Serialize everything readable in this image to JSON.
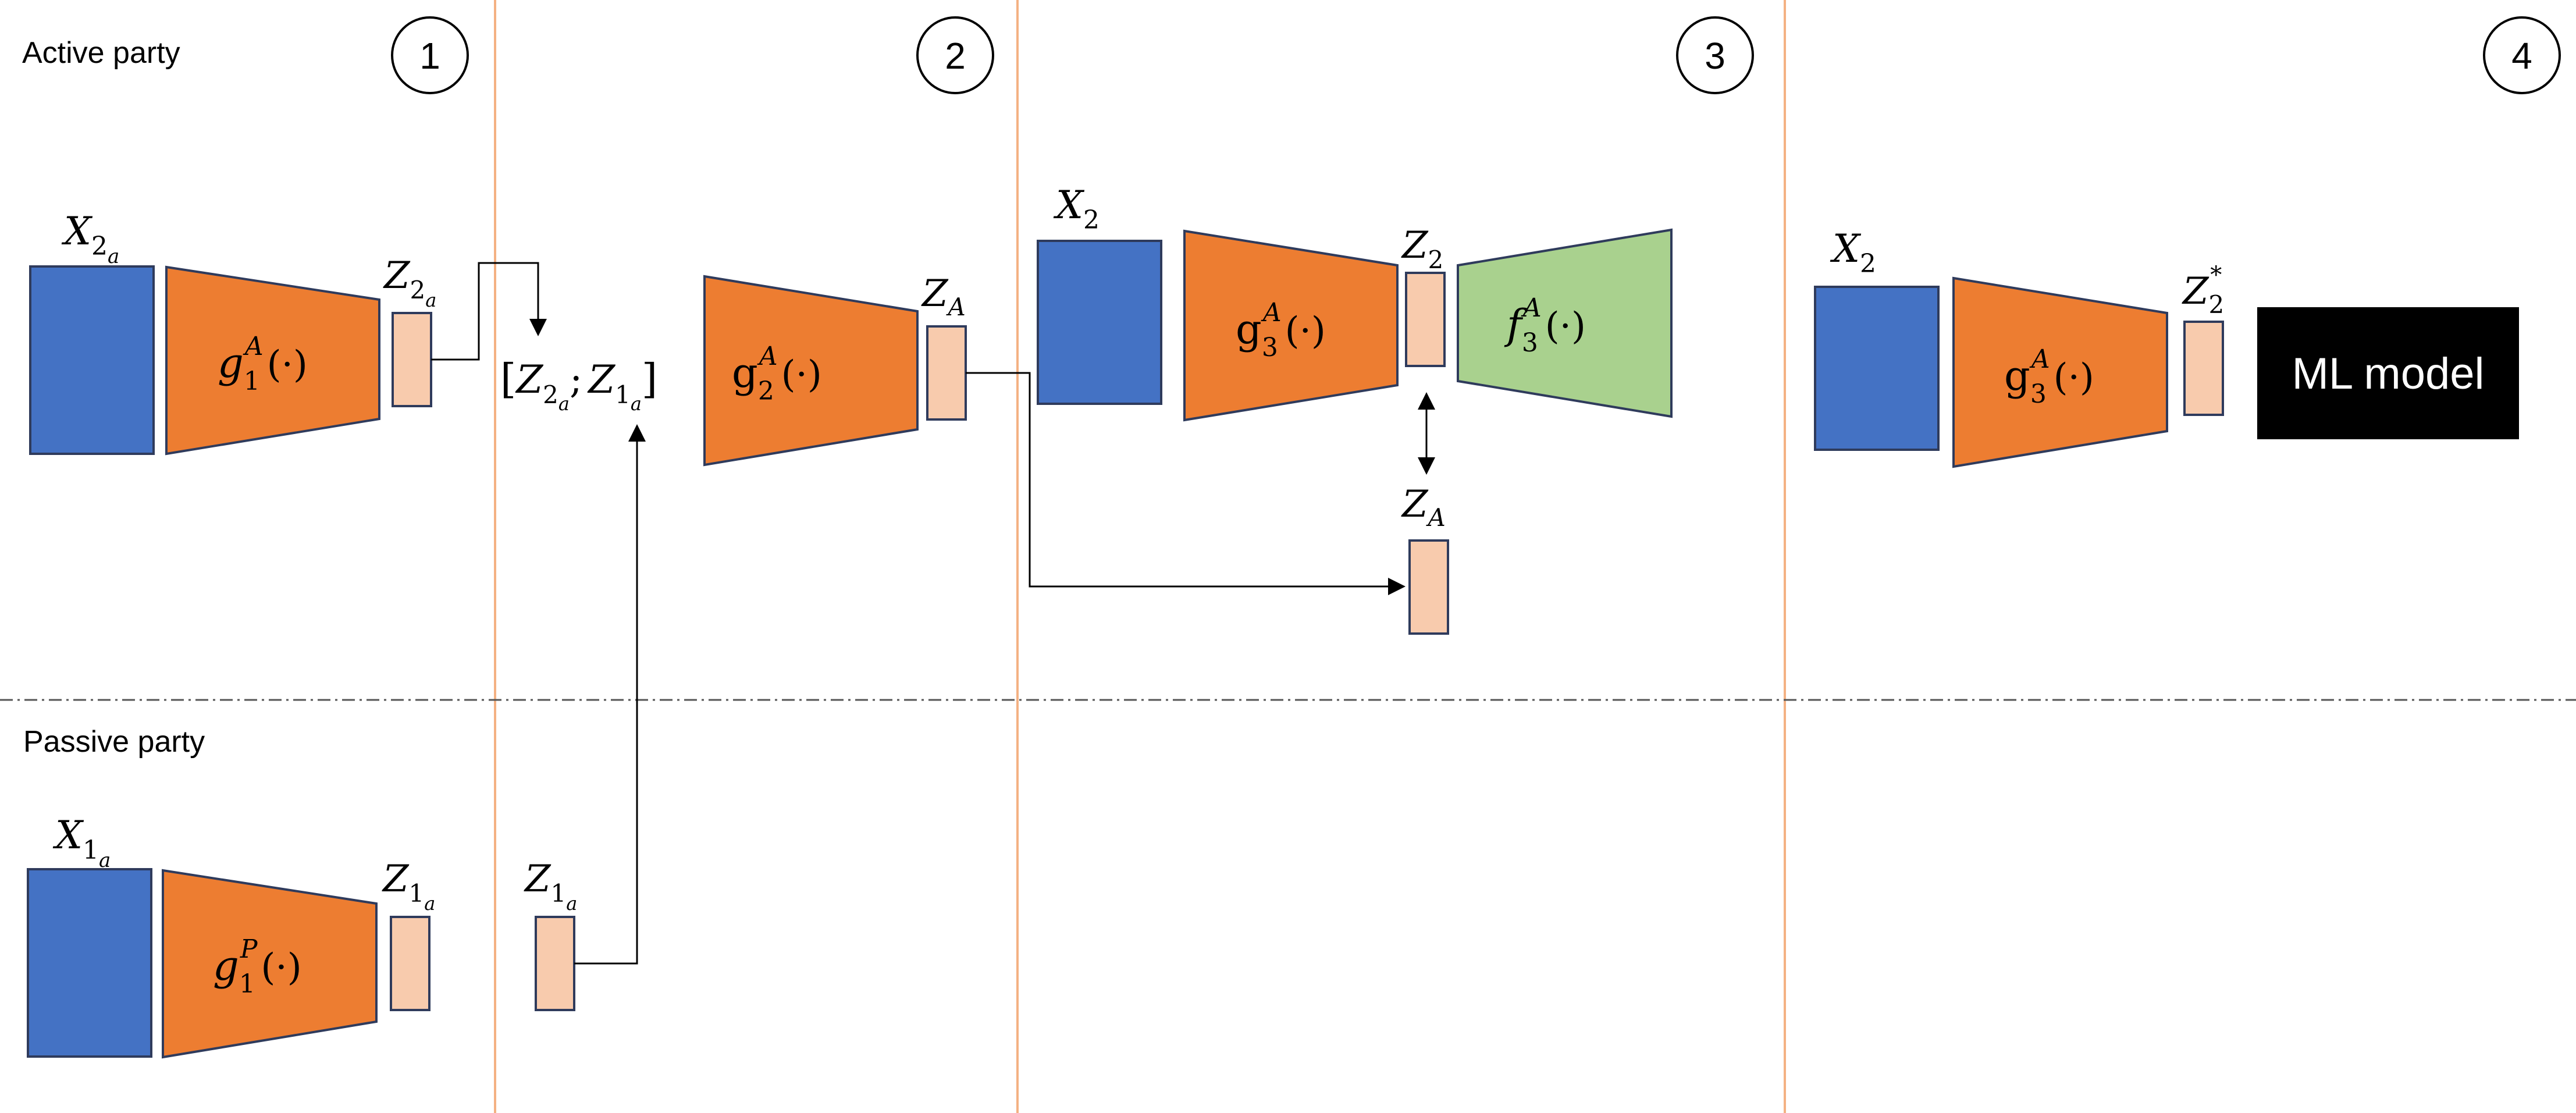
{
  "parties": {
    "active": "Active party",
    "passive": "Passive party"
  },
  "steps": [
    "1",
    "2",
    "3",
    "4"
  ],
  "labels": {
    "x2a_base": "X",
    "x2a_sub": "2",
    "x2a_subsub": "a",
    "z2a_base": "Z",
    "z2a_sub": "2",
    "z2a_subsub": "a",
    "g1a_fn": "g",
    "g1a_sub": "1",
    "g1a_sup": "A",
    "g1a_arg": "(·)",
    "concat_open": "[",
    "concat_z1": "Z",
    "concat_z1_sub": "2",
    "concat_z1_subsub": "a",
    "concat_sep": ";",
    "concat_z2": "Z",
    "concat_z2_sub": "1",
    "concat_z2_subsub": "a",
    "concat_close": "]",
    "g2a_fn": "g",
    "g2a_sub": "2",
    "g2a_sup": "A",
    "g2a_arg": "(·)",
    "za_base": "Z",
    "za_sub": "A",
    "x2_base": "X",
    "x2_sub": "2",
    "g3a_fn": "g",
    "g3a_sub": "3",
    "g3a_sup": "A",
    "g3a_arg": "(·)",
    "z2_base": "Z",
    "z2_sub": "2",
    "f3a_fn": "f",
    "f3a_sub": "3",
    "f3a_sup": "A",
    "f3a_arg": "(·)",
    "za2_base": "Z",
    "za2_sub": "A",
    "x2b_base": "X",
    "x2b_sub": "2",
    "g3b_fn": "g",
    "g3b_sub": "3",
    "g3b_sup": "A",
    "g3b_arg": "(·)",
    "z2star_base": "Z",
    "z2star_sub": "2",
    "z2star_sup": "*",
    "ml_model": "ML model",
    "x1a_base": "X",
    "x1a_sub": "1",
    "x1a_subsub": "a",
    "g1p_fn": "g",
    "g1p_sub": "1",
    "g1p_sup": "P",
    "g1p_arg": "(·)",
    "z1a_base": "Z",
    "z1a_sub": "1",
    "z1a_subsub": "a",
    "z1a2_base": "Z",
    "z1a2_sub": "1",
    "z1a2_subsub": "a"
  },
  "colors": {
    "input_blue": "#4472C4",
    "encoder_orange": "#ED7D31",
    "embedding_peach": "#F8CBAD",
    "decoder_green": "#A9D18E",
    "divider_orange": "#F4B183",
    "stroke_navy": "#2F3B5C"
  }
}
